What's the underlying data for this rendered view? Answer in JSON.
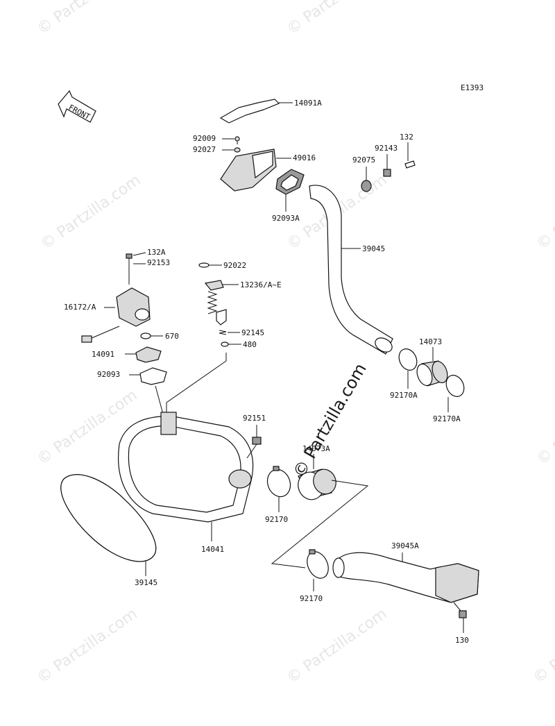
{
  "diagram_code": "E1393",
  "front_label": "FRONT",
  "watermark": "© Partzilla.com",
  "watermark_center": "© Partzilla.com",
  "callouts": {
    "p14091A": "14091A",
    "p92009": "92009",
    "p92027": "92027",
    "p49016": "49016",
    "p92093A": "92093A",
    "p132": "132",
    "p92143": "92143",
    "p92075": "92075",
    "p39045": "39045",
    "p132A": "132A",
    "p92153": "92153",
    "p92022": "92022",
    "p13236": "13236/A~E",
    "p16172": "16172/A",
    "p670": "670",
    "p92145": "92145",
    "p480": "480",
    "p14091": "14091",
    "p92093": "92093",
    "p14073": "14073",
    "p92170A_1": "92170A",
    "p92170A_2": "92170A",
    "p92151": "92151",
    "p14073A": "14073A",
    "p92170_1": "92170",
    "p14041": "14041",
    "p39145": "39145",
    "p39045A": "39045A",
    "p92170_2": "92170",
    "p130": "130"
  }
}
